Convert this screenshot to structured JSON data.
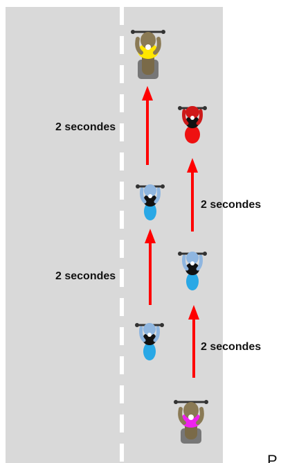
{
  "colors": {
    "road": "#d9d9d9",
    "lane_marking": "#ffffff",
    "arrow": "#ff0000",
    "text": "#111111"
  },
  "motorcycles": [
    {
      "name": "moto-left-top",
      "rider": "tan",
      "torso": "yellow",
      "bike": "gray"
    },
    {
      "name": "moto-left-middle",
      "rider": "light-blue",
      "torso": "black",
      "bike": "blue"
    },
    {
      "name": "moto-left-bottom",
      "rider": "light-blue",
      "torso": "black",
      "bike": "blue"
    },
    {
      "name": "moto-right-top",
      "rider": "red",
      "torso": "black",
      "bike": "red"
    },
    {
      "name": "moto-right-middle",
      "rider": "light-blue",
      "torso": "black",
      "bike": "blue"
    },
    {
      "name": "moto-right-bottom",
      "rider": "tan",
      "torso": "magenta",
      "bike": "gray"
    }
  ],
  "labels": {
    "left_upper": "2 secondes",
    "left_lower": "2 secondes",
    "right_upper": "2 secondes",
    "right_lower": "2 secondes"
  },
  "footer": {
    "cut_text": "P"
  }
}
